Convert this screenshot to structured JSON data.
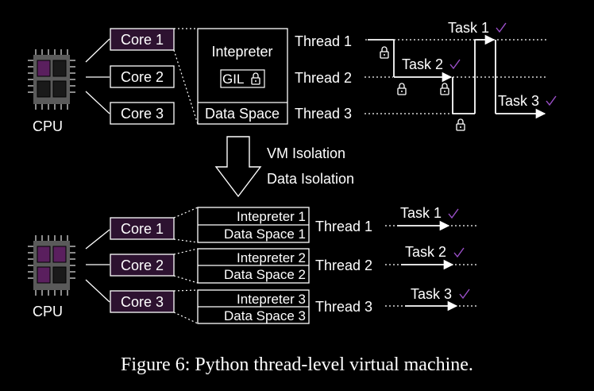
{
  "colors": {
    "background": "#000000",
    "foreground": "#ffffff",
    "accent_purple": "#9b4fc9",
    "core_fill": "#2d1230",
    "chip_body": "#5a5a5a",
    "chip_slot_dark": "#1a1a1a",
    "chip_slot_purple": "#5a1f5e"
  },
  "top": {
    "cpu_label": "CPU",
    "cores": [
      "Core 1",
      "Core 2",
      "Core 3"
    ],
    "interpreter": "Intepreter",
    "gil": "GIL",
    "data_space": "Data Space",
    "threads": [
      "Thread 1",
      "Thread 2",
      "Thread 3"
    ],
    "tasks": [
      "Task 1",
      "Task 2",
      "Task 3"
    ],
    "check_glyph": "✓",
    "lock_icon": "lock-icon"
  },
  "transition": {
    "labels": [
      "VM Isolation",
      "Data Isolation"
    ]
  },
  "bottom": {
    "cpu_label": "CPU",
    "cores": [
      "Core 1",
      "Core 2",
      "Core 3"
    ],
    "interpreters": [
      "Intepreter 1",
      "Intepreter 2",
      "Intepreter 3"
    ],
    "data_spaces": [
      "Data Space 1",
      "Data Space 2",
      "Data Space 3"
    ],
    "threads": [
      "Thread 1",
      "Thread 2",
      "Thread 3"
    ],
    "tasks": [
      "Task 1",
      "Task 2",
      "Task 3"
    ]
  },
  "caption": "Figure 6: Python thread-level virtual machine."
}
